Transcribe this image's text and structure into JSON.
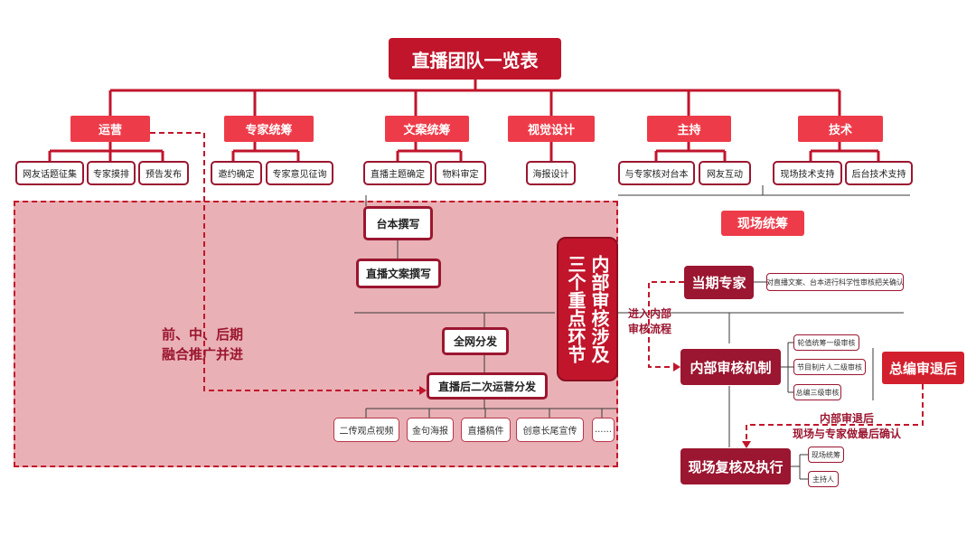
{
  "title": "直播团队一览表",
  "departments": [
    "运营",
    "专家统筹",
    "文案统筹",
    "视觉设计",
    "主持",
    "技术"
  ],
  "sub_ops": [
    "网友话题征集",
    "专家摸排",
    "预告发布"
  ],
  "sub_expert": [
    "邀约确定",
    "专家意见征询"
  ],
  "sub_copy": [
    "直播主题确定",
    "物料审定"
  ],
  "sub_visual": [
    "海报设计"
  ],
  "sub_host": [
    "与专家核对台本",
    "网友互动"
  ],
  "sub_tech": [
    "现场技术支持",
    "后台技术支持"
  ],
  "flow": {
    "script": "台本撰写",
    "copywriting": "直播文案撰写",
    "distribution": "全网分发",
    "secondary": "直播后二次运营分发",
    "outputs": [
      "二传观点视频",
      "金句海报",
      "直播稿件",
      "创意长尾宣传",
      "......"
    ]
  },
  "integration_note": [
    "前、中、后期",
    "融合推广并进"
  ],
  "key_steps_col1": "三个重点环节",
  "key_steps_col2": "内部审核涉及",
  "onsite": "现场统筹",
  "expert_period": "当期专家",
  "expert_note": "对直播文案、台本进行科学性审核把关确认",
  "enter_label": [
    "进入内部",
    "审核流程"
  ],
  "internal_review": "内部审核机制",
  "review_levels": [
    "轮值统筹一级审核",
    "节目制片人二级审核",
    "总编三级审核"
  ],
  "chief_reject": "总编审退后",
  "final_note": [
    "内部审退后",
    "现场与专家做最后确认"
  ],
  "onsite_review": "现场复核及执行",
  "onsite_roles": [
    "现场统筹",
    "主持人"
  ],
  "colors": {
    "dark_red": "#9b1630",
    "title_red": "#c1152b",
    "dept_red": "#ee3b49",
    "shade": "#e9b1b5"
  }
}
